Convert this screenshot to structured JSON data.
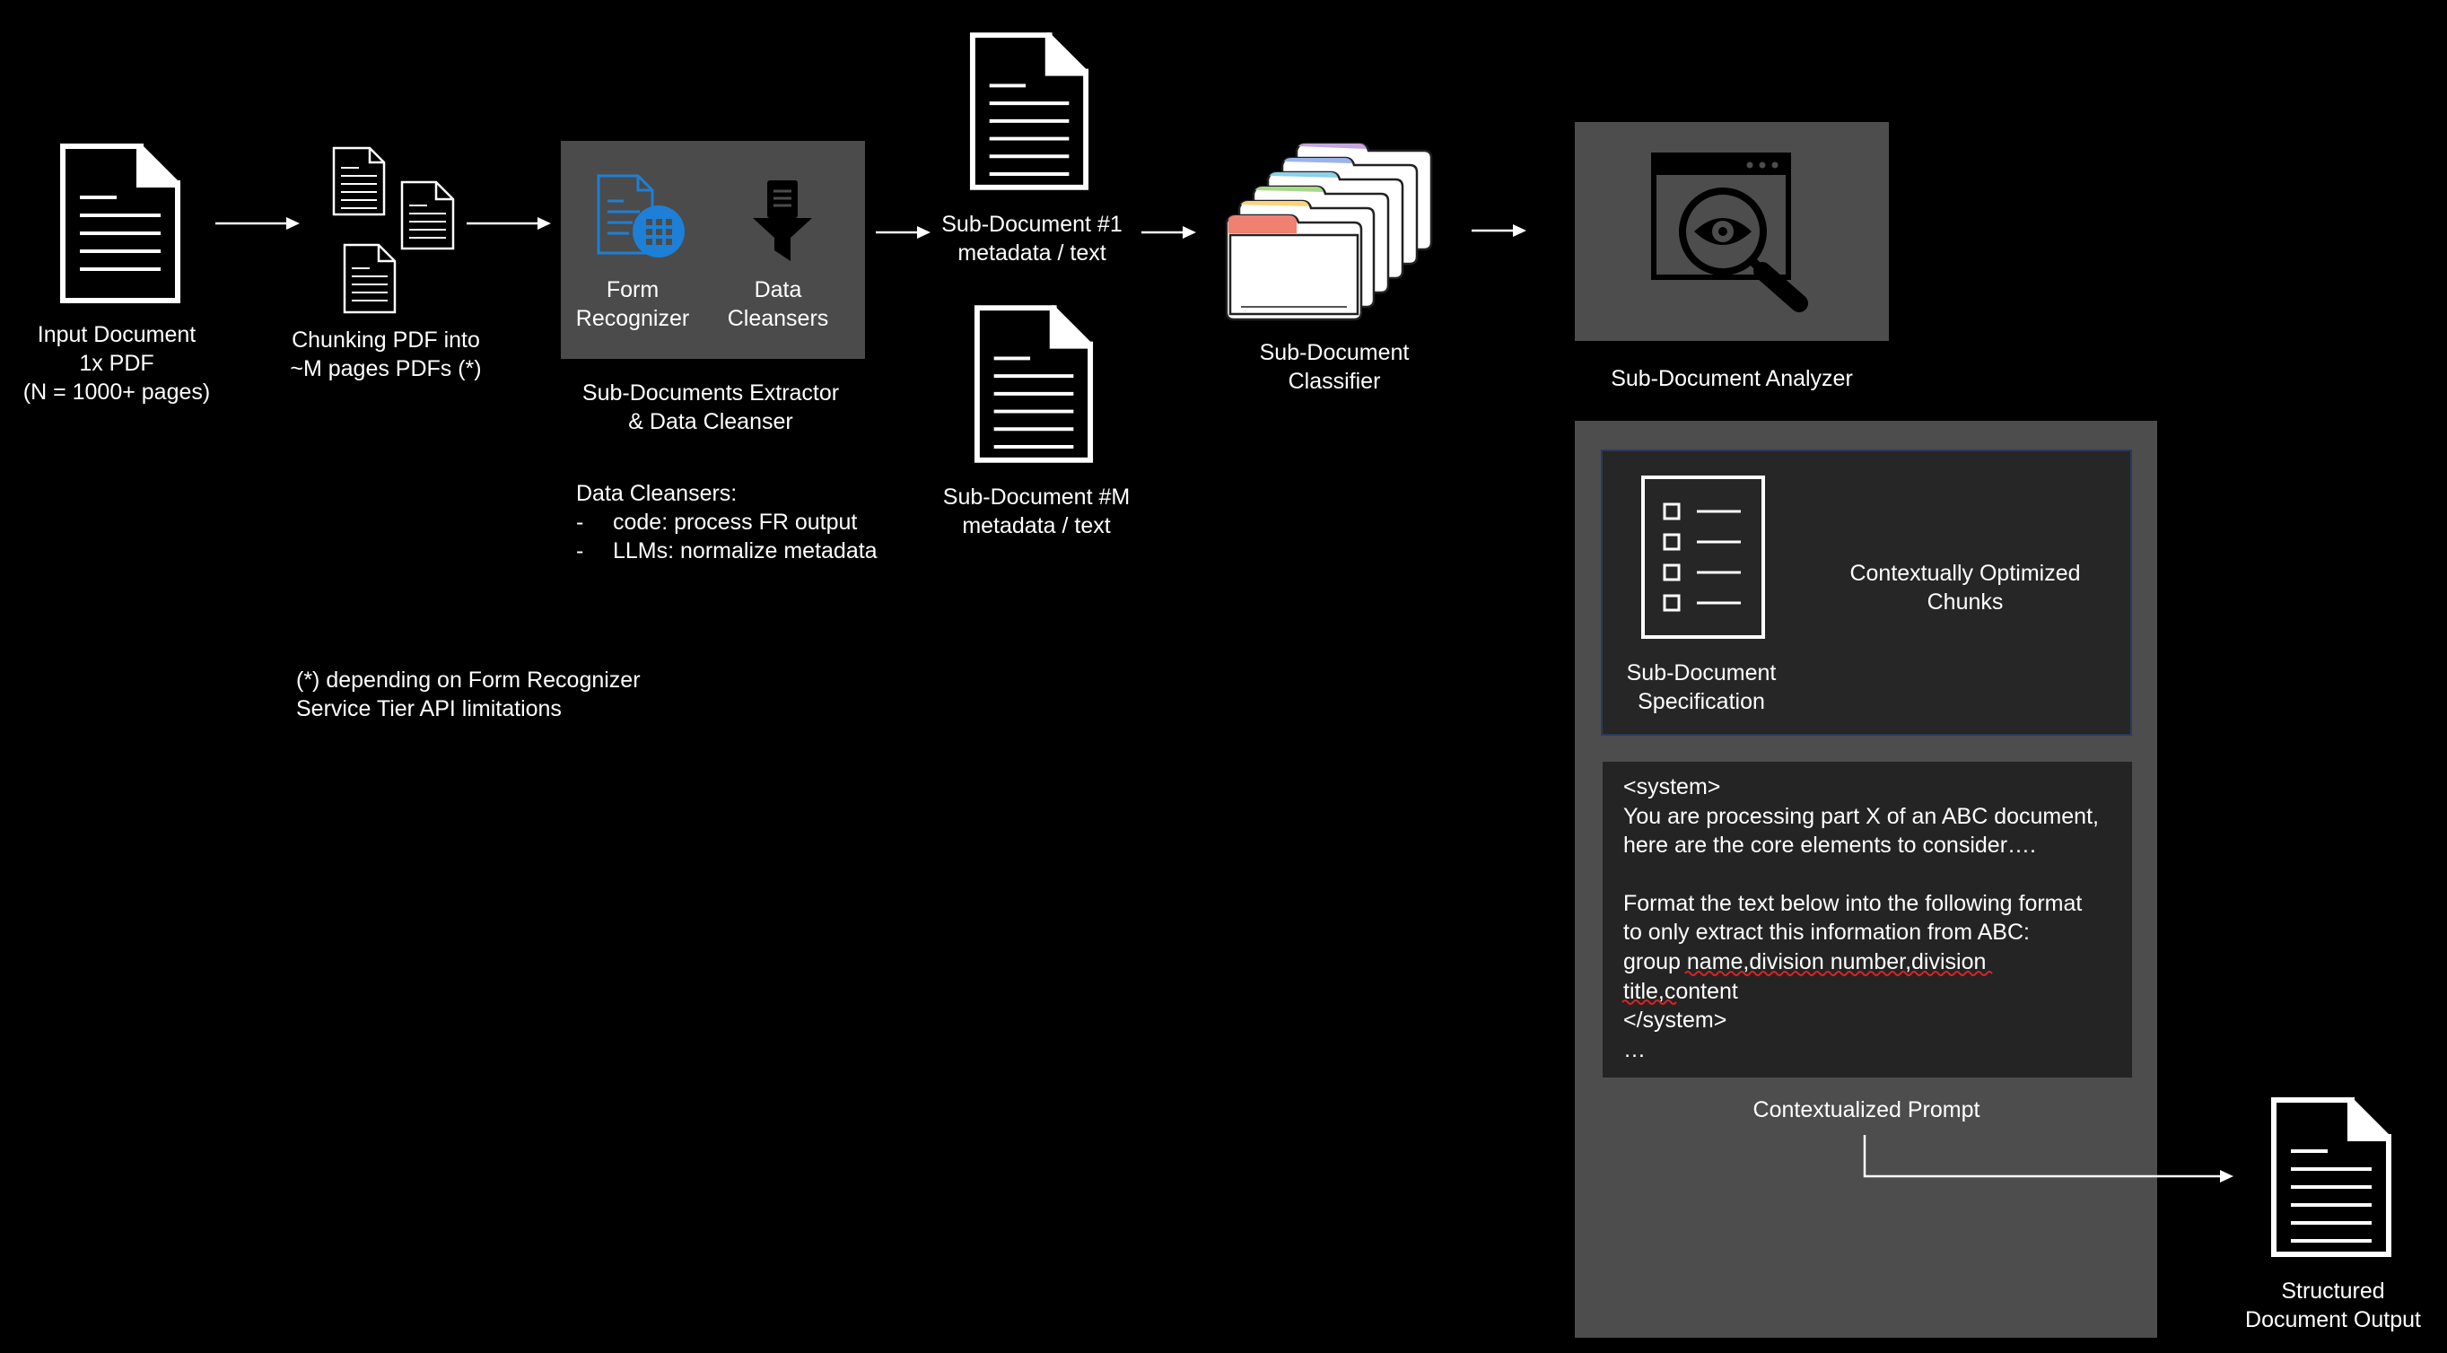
{
  "colors": {
    "background": "#000000",
    "extractor_panel": "#4b4b4b",
    "analyzer_panel": "#4d4d4d",
    "spec_box": "#262626",
    "spec_box_border": "#2b3a5c",
    "prompt_box": "#242424",
    "form_recognizer_blue": "#1e7fd6",
    "folder_tabs": [
      "#f08070",
      "#ffd37a",
      "#a6d98a",
      "#8fd0e8",
      "#9ab4ea",
      "#c3a6e0"
    ]
  },
  "input_document": {
    "lines": [
      "Input Document",
      "1x PDF",
      "(N = 1000+ pages)"
    ],
    "icon": "document-icon"
  },
  "chunking": {
    "lines": [
      "Chunking PDF into",
      "~M pages PDFs (*)"
    ],
    "icon": "multi-document-icon"
  },
  "extractor": {
    "form_recognizer": {
      "lines": [
        "Form",
        "Recognizer"
      ],
      "icon": "form-recognizer-icon"
    },
    "data_cleansers": {
      "lines": [
        "Data",
        "Cleansers"
      ],
      "icon": "funnel-icon"
    },
    "caption": [
      "Sub-Documents Extractor",
      "& Data Cleanser"
    ],
    "notes_title": "Data Cleansers:",
    "notes": [
      {
        "bullet": "-",
        "text": "code: process FR output"
      },
      {
        "bullet": "-",
        "text": "LLMs: normalize metadata"
      }
    ]
  },
  "footnote": [
    "(*) depending on Form Recognizer",
    "Service Tier API limitations"
  ],
  "sub_document_1": {
    "lines": [
      "Sub-Document #1",
      "metadata / text"
    ],
    "icon": "document-icon"
  },
  "sub_document_m": {
    "lines": [
      "Sub-Document #M",
      "metadata / text"
    ],
    "icon": "document-icon"
  },
  "classifier": {
    "lines": [
      "Sub-Document",
      "Classifier"
    ],
    "icon": "folders-icon"
  },
  "analyzer": {
    "title": "Sub-Document Analyzer",
    "icon": "magnifier-window-icon"
  },
  "specification": {
    "lines": [
      "Sub-Document",
      "Specification"
    ],
    "icon": "checklist-icon",
    "chunks_lines": [
      "Contextually Optimized",
      "Chunks"
    ]
  },
  "prompt": {
    "lines": [
      "<system>",
      "You are processing part X of an ABC document,",
      "here are the core elements to consider….",
      "",
      "Format the text below into the following format",
      "to only extract this information from ABC:",
      "group name,division number,division",
      "title,content",
      "</system>",
      "…"
    ],
    "caption": "Contextualized Prompt"
  },
  "output": {
    "lines": [
      "Structured",
      "Document Output"
    ],
    "icon": "document-icon"
  }
}
